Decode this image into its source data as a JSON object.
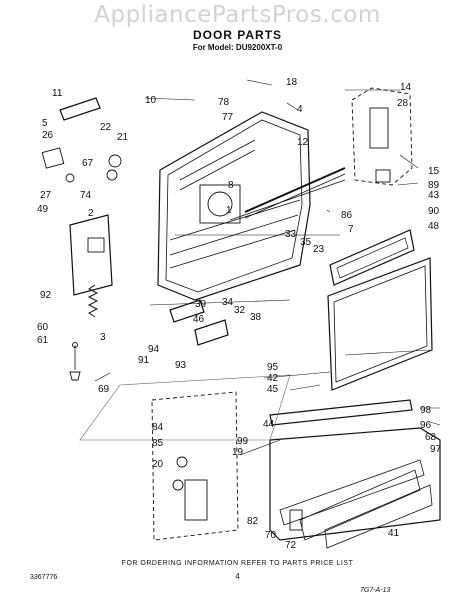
{
  "watermark": "AppliancePartsPros.com",
  "title": "DOOR PARTS",
  "model": "For Model: DU9200XT-0",
  "footer": "FOR ORDERING INFORMATION REFER TO PARTS PRICE LIST",
  "page_number": "4",
  "doc_number": "3367776",
  "stamp": "7G7-A-13",
  "callouts": [
    "11",
    "5",
    "26",
    "22",
    "21",
    "67",
    "27",
    "74",
    "49",
    "2",
    "92",
    "60",
    "61",
    "69",
    "10",
    "78",
    "77",
    "18",
    "4",
    "12",
    "14",
    "28",
    "15",
    "89",
    "8",
    "86",
    "7",
    "43",
    "90",
    "48",
    "33",
    "35",
    "23",
    "39",
    "34",
    "32",
    "38",
    "46",
    "94",
    "91",
    "93",
    "95",
    "42",
    "45",
    "44",
    "84",
    "85",
    "19",
    "20",
    "98",
    "99",
    "96",
    "68",
    "97",
    "82",
    "70",
    "72",
    "41",
    "1",
    "3"
  ]
}
